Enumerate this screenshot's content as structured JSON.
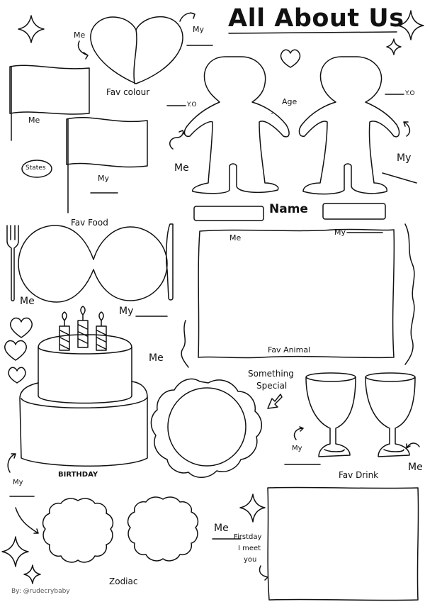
{
  "title": "All About Us",
  "sections": {
    "fav_colour": {
      "label": "Fav colour",
      "me": "Me",
      "my": "My"
    },
    "states": {
      "label": "States",
      "me": "Me",
      "my": "My"
    },
    "age": {
      "label": "Age",
      "left_unit": "Y.O",
      "right_unit": "Y.O",
      "me": "Me",
      "my": "My"
    },
    "name": {
      "label": "Name"
    },
    "fav_food": {
      "label": "Fav Food",
      "me": "Me",
      "my": "My"
    },
    "fav_animal": {
      "label": "Fav Animal",
      "me": "Me",
      "my": "My"
    },
    "birthday": {
      "label": "BIRTHDAY",
      "me": "Me",
      "my": "My"
    },
    "something_special": {
      "line1": "Something",
      "line2": "Special"
    },
    "fav_drink": {
      "label": "Fav Drink",
      "me": "Me",
      "my": "My"
    },
    "zodiac": {
      "label": "Zodiac",
      "me": "Me"
    },
    "first_day": {
      "line1": "Firstday",
      "line2": "I meet",
      "line3": "you"
    }
  },
  "credit": "By: @rudecrybaby"
}
